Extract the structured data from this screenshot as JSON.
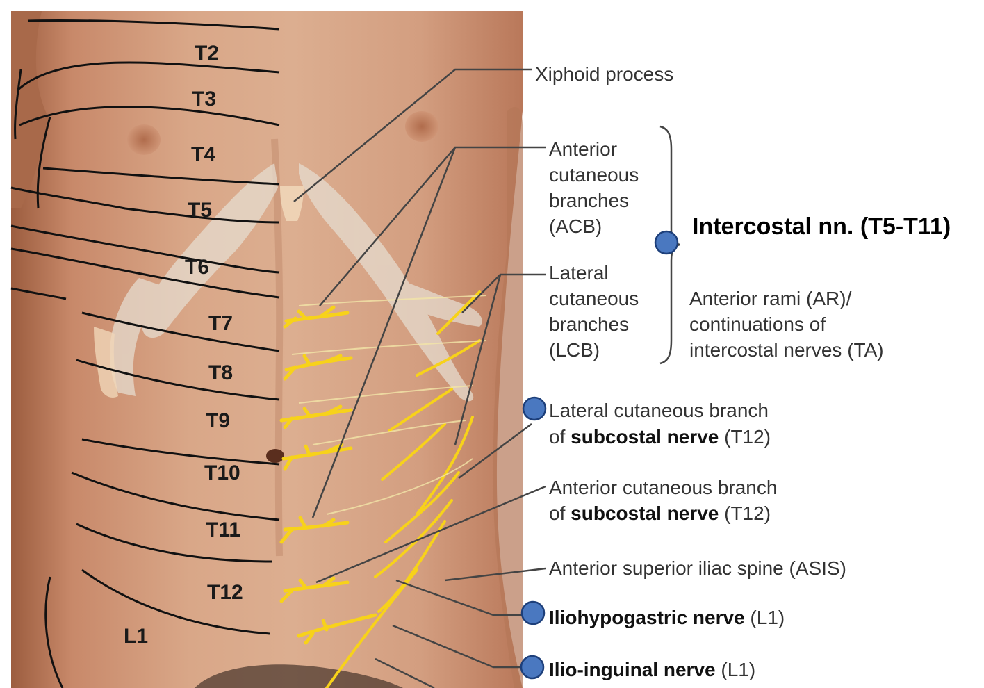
{
  "dermatomes": [
    "T2",
    "T3",
    "T4",
    "T5",
    "T6",
    "T7",
    "T8",
    "T9",
    "T10",
    "T11",
    "T12",
    "L1"
  ],
  "labels": {
    "xiphoid": "Xiphoid process",
    "acb": [
      "Anterior",
      "cutaneous",
      "branches",
      "(ACB)"
    ],
    "lcb": [
      "Lateral",
      "cutaneous",
      "branches",
      "(LCB)"
    ],
    "intercostal": "Intercostal nn. (T5-T11)",
    "ar": [
      "Anterior rami (AR)/",
      "continuations of",
      "intercostal nerves (TA)"
    ],
    "subcostal_lateral": {
      "line1": "Lateral cutaneous branch",
      "of": "of ",
      "bold": "subcostal nerve",
      "suffix": " (T12)"
    },
    "subcostal_anterior": {
      "line1": "Anterior cutaneous branch",
      "of": "of ",
      "bold": "subcostal nerve",
      "suffix": " (T12)"
    },
    "asis": "Anterior superior iliac spine (ASIS)",
    "iliohypogastric": {
      "bold": "Iliohypogastric nerve",
      "suffix": " (L1)"
    },
    "ilioinguinal": {
      "bold": "Ilio-inguinal nerve",
      "suffix": " (L1)"
    }
  },
  "colors": {
    "skin_light": "#dcae90",
    "skin_mid": "#c98b69",
    "skin_dark": "#a9694a",
    "nerve": "#f7d21a",
    "bone": "#e6dccf",
    "marker": "#4a78c0",
    "marker_stroke": "#1d3f7a",
    "leader": "#444444",
    "dermatome_line": "#111111"
  }
}
